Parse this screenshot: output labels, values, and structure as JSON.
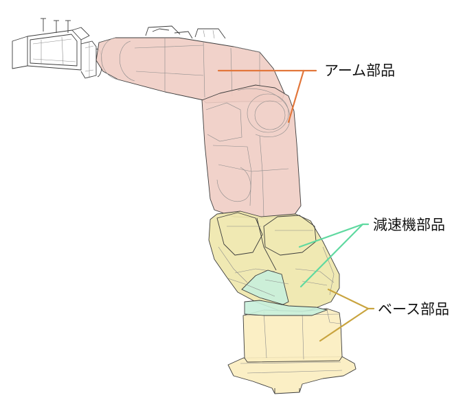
{
  "labels": {
    "arm": "アーム部品",
    "reducer": "減速機部品",
    "base": "ベース部品"
  },
  "colors": {
    "arm_fill": "#efcdc4",
    "arm_leader": "#e2763a",
    "reducer_fill": "#efe7ad",
    "reducer_leader": "#5fd9a0",
    "reducer_inner_fill": "#c8efdc",
    "base_fill": "#fbeec0",
    "base_leader": "#c9a43f",
    "outline": "#3a3a3a"
  }
}
